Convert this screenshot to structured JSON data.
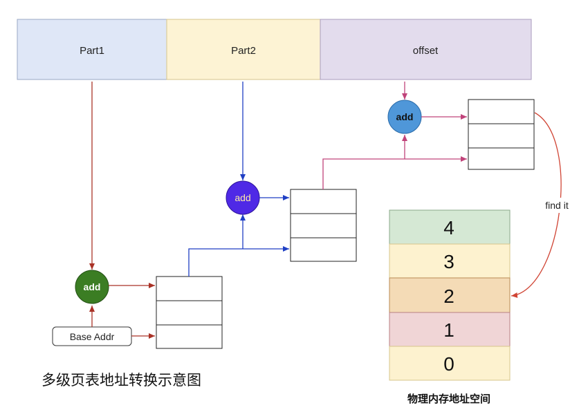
{
  "address": {
    "segments": [
      {
        "label": "Part1",
        "fill": "#dfe7f7"
      },
      {
        "label": "Part2",
        "fill": "#fdf3d4"
      },
      {
        "label": "offset",
        "fill": "#e3dced"
      }
    ]
  },
  "adders": {
    "level1": {
      "label": "add",
      "fill": "#3b7d23"
    },
    "level2": {
      "label": "add",
      "fill": "#4f29e6"
    },
    "level3": {
      "label": "add",
      "fill": "#4f97d9"
    }
  },
  "base_addr": {
    "label": "Base Addr"
  },
  "find_label": "find it",
  "memory": {
    "cells": [
      {
        "label": "4",
        "fill": "#d5e8d4"
      },
      {
        "label": "3",
        "fill": "#fdf2cf"
      },
      {
        "label": "2",
        "fill": "#f4dbb6"
      },
      {
        "label": "1",
        "fill": "#f0d5d6"
      },
      {
        "label": "0",
        "fill": "#fdf2cf"
      }
    ],
    "caption": "物理内存地址空间"
  },
  "caption": "多级页表地址转换示意图",
  "colors": {
    "red_line": "#a93226",
    "blue_line": "#1f3fc4",
    "pink_line": "#c0437a"
  }
}
